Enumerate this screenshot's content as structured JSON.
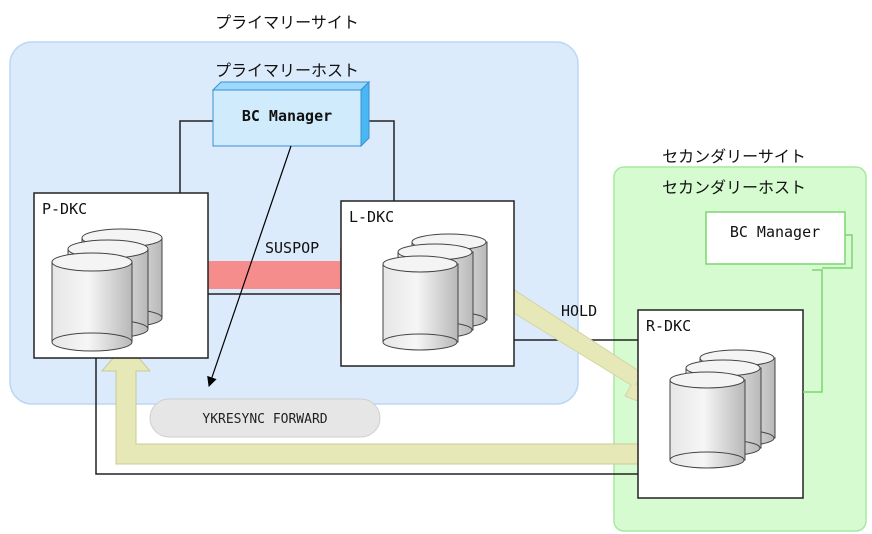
{
  "primary_site": {
    "label": "プライマリーサイト",
    "host_label": "プライマリーホスト",
    "manager_label": "BC Manager",
    "colors": {
      "fill": "#dcebfb",
      "stroke": "#bcd7f5"
    }
  },
  "secondary_site": {
    "label": "セカンダリーサイト",
    "host_label": "セカンダリーホスト",
    "manager_label": "BC Manager",
    "colors": {
      "fill": "#d7fbd1",
      "stroke": "#a8e9a0"
    }
  },
  "storage": {
    "p_dkc": "P-DKC",
    "l_dkc": "L-DKC",
    "r_dkc": "R-DKC"
  },
  "flows": {
    "suspop": "SUSPOP",
    "hold": "HOLD",
    "command": "YKRESYNC FORWARD"
  },
  "colors": {
    "suspop_arrow": "#f58d8d",
    "hold_arrow": "#e6e8b8",
    "bc_manager_primary_face": "#d0ecfc",
    "bc_manager_primary_side": "#49b7f4"
  }
}
